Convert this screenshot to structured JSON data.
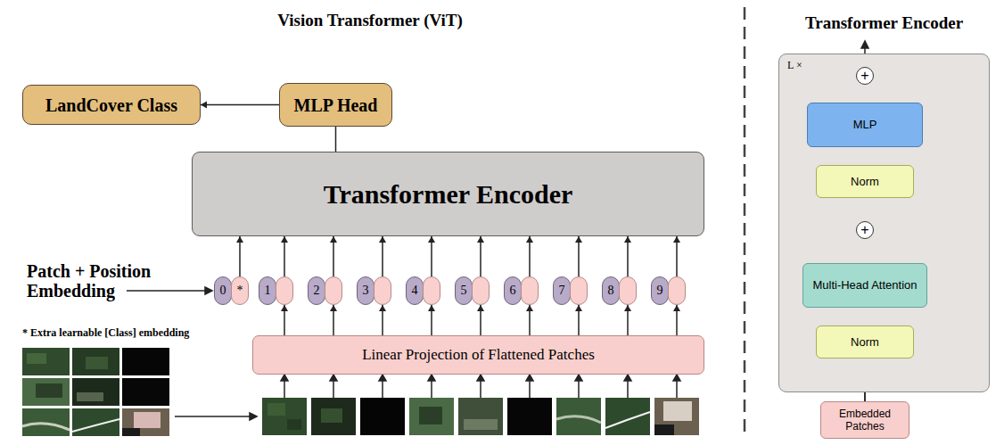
{
  "diagram": {
    "nodes": [
      {
        "text": [
          "LandCover Class"
        ]
      },
      {
        "text": [
          "MLP Head"
        ]
      },
      {
        "text": [
          "Transformer Encoder"
        ]
      },
      {
        "text": [
          "0",
          "*"
        ]
      },
      {
        "text": [
          "1"
        ]
      },
      {
        "text": [
          "2"
        ]
      },
      {
        "text": [
          "3"
        ]
      },
      {
        "text": [
          "4"
        ]
      },
      {
        "text": [
          "5"
        ]
      },
      {
        "text": [
          "6"
        ]
      },
      {
        "text": [
          "7"
        ]
      },
      {
        "text": [
          "8"
        ]
      },
      {
        "text": [
          "9"
        ]
      },
      {
        "text": [
          "Linear Projection of Flattened Patches"
        ]
      },
      {
        "text": [
          "Transformer Encoder",
          "L ×"
        ]
      },
      {
        "text": [
          "+"
        ],
        "in": 14
      },
      {
        "text": [
          "MLP"
        ],
        "in": 14
      },
      {
        "text": [
          "Norm"
        ],
        "in": 14
      },
      {
        "text": [
          "+"
        ],
        "in": 14
      },
      {
        "text": [
          "Multi-Head Attention"
        ],
        "in": 14
      },
      {
        "text": [
          "Norm"
        ],
        "in": 14
      },
      {
        "text": [
          "Embedded Patches"
        ]
      }
    ],
    "edges": [
      {
        "from": 1,
        "to": 0,
        "arrow": "to"
      },
      {
        "from": 2,
        "to": 1,
        "arrow": "none"
      },
      {
        "from": 3,
        "to": 2,
        "arrow": "to"
      },
      {
        "from": 4,
        "to": 2,
        "arrow": "to"
      },
      {
        "from": 5,
        "to": 2,
        "arrow": "to"
      },
      {
        "from": 6,
        "to": 2,
        "arrow": "to"
      },
      {
        "from": 7,
        "to": 2,
        "arrow": "to"
      },
      {
        "from": 8,
        "to": 2,
        "arrow": "to"
      },
      {
        "from": 9,
        "to": 2,
        "arrow": "to"
      },
      {
        "from": 10,
        "to": 2,
        "arrow": "to"
      },
      {
        "from": 11,
        "to": 2,
        "arrow": "to"
      },
      {
        "from": 12,
        "to": 2,
        "arrow": "to"
      },
      {
        "from": 13,
        "to": 4,
        "arrow": "to"
      },
      {
        "from": 13,
        "to": 5,
        "arrow": "to"
      },
      {
        "from": 13,
        "to": 6,
        "arrow": "to"
      },
      {
        "from": 13,
        "to": 7,
        "arrow": "to"
      },
      {
        "from": 13,
        "to": 8,
        "arrow": "to"
      },
      {
        "from": 13,
        "to": 9,
        "arrow": "to"
      },
      {
        "from": 13,
        "to": 10,
        "arrow": "to"
      },
      {
        "from": 13,
        "to": 11,
        "arrow": "to"
      },
      {
        "from": 13,
        "to": 12,
        "arrow": "to"
      },
      {
        "from": 21,
        "to": 20,
        "arrow": "to"
      },
      {
        "from": 20,
        "to": 19,
        "arrow": "to"
      },
      {
        "from": 19,
        "to": 18,
        "arrow": "to"
      },
      {
        "from": 21,
        "to": 18,
        "arrow": "to"
      },
      {
        "from": 18,
        "to": 17,
        "arrow": "to"
      },
      {
        "from": 17,
        "to": 16,
        "arrow": "to"
      },
      {
        "from": 16,
        "to": 15,
        "arrow": "to"
      },
      {
        "from": 18,
        "to": 15,
        "arrow": "to"
      }
    ],
    "labels": [
      "Vision Transformer (ViT)",
      "Patch + Position Embedding",
      "* Extra learnable [Class] embedding"
    ]
  }
}
